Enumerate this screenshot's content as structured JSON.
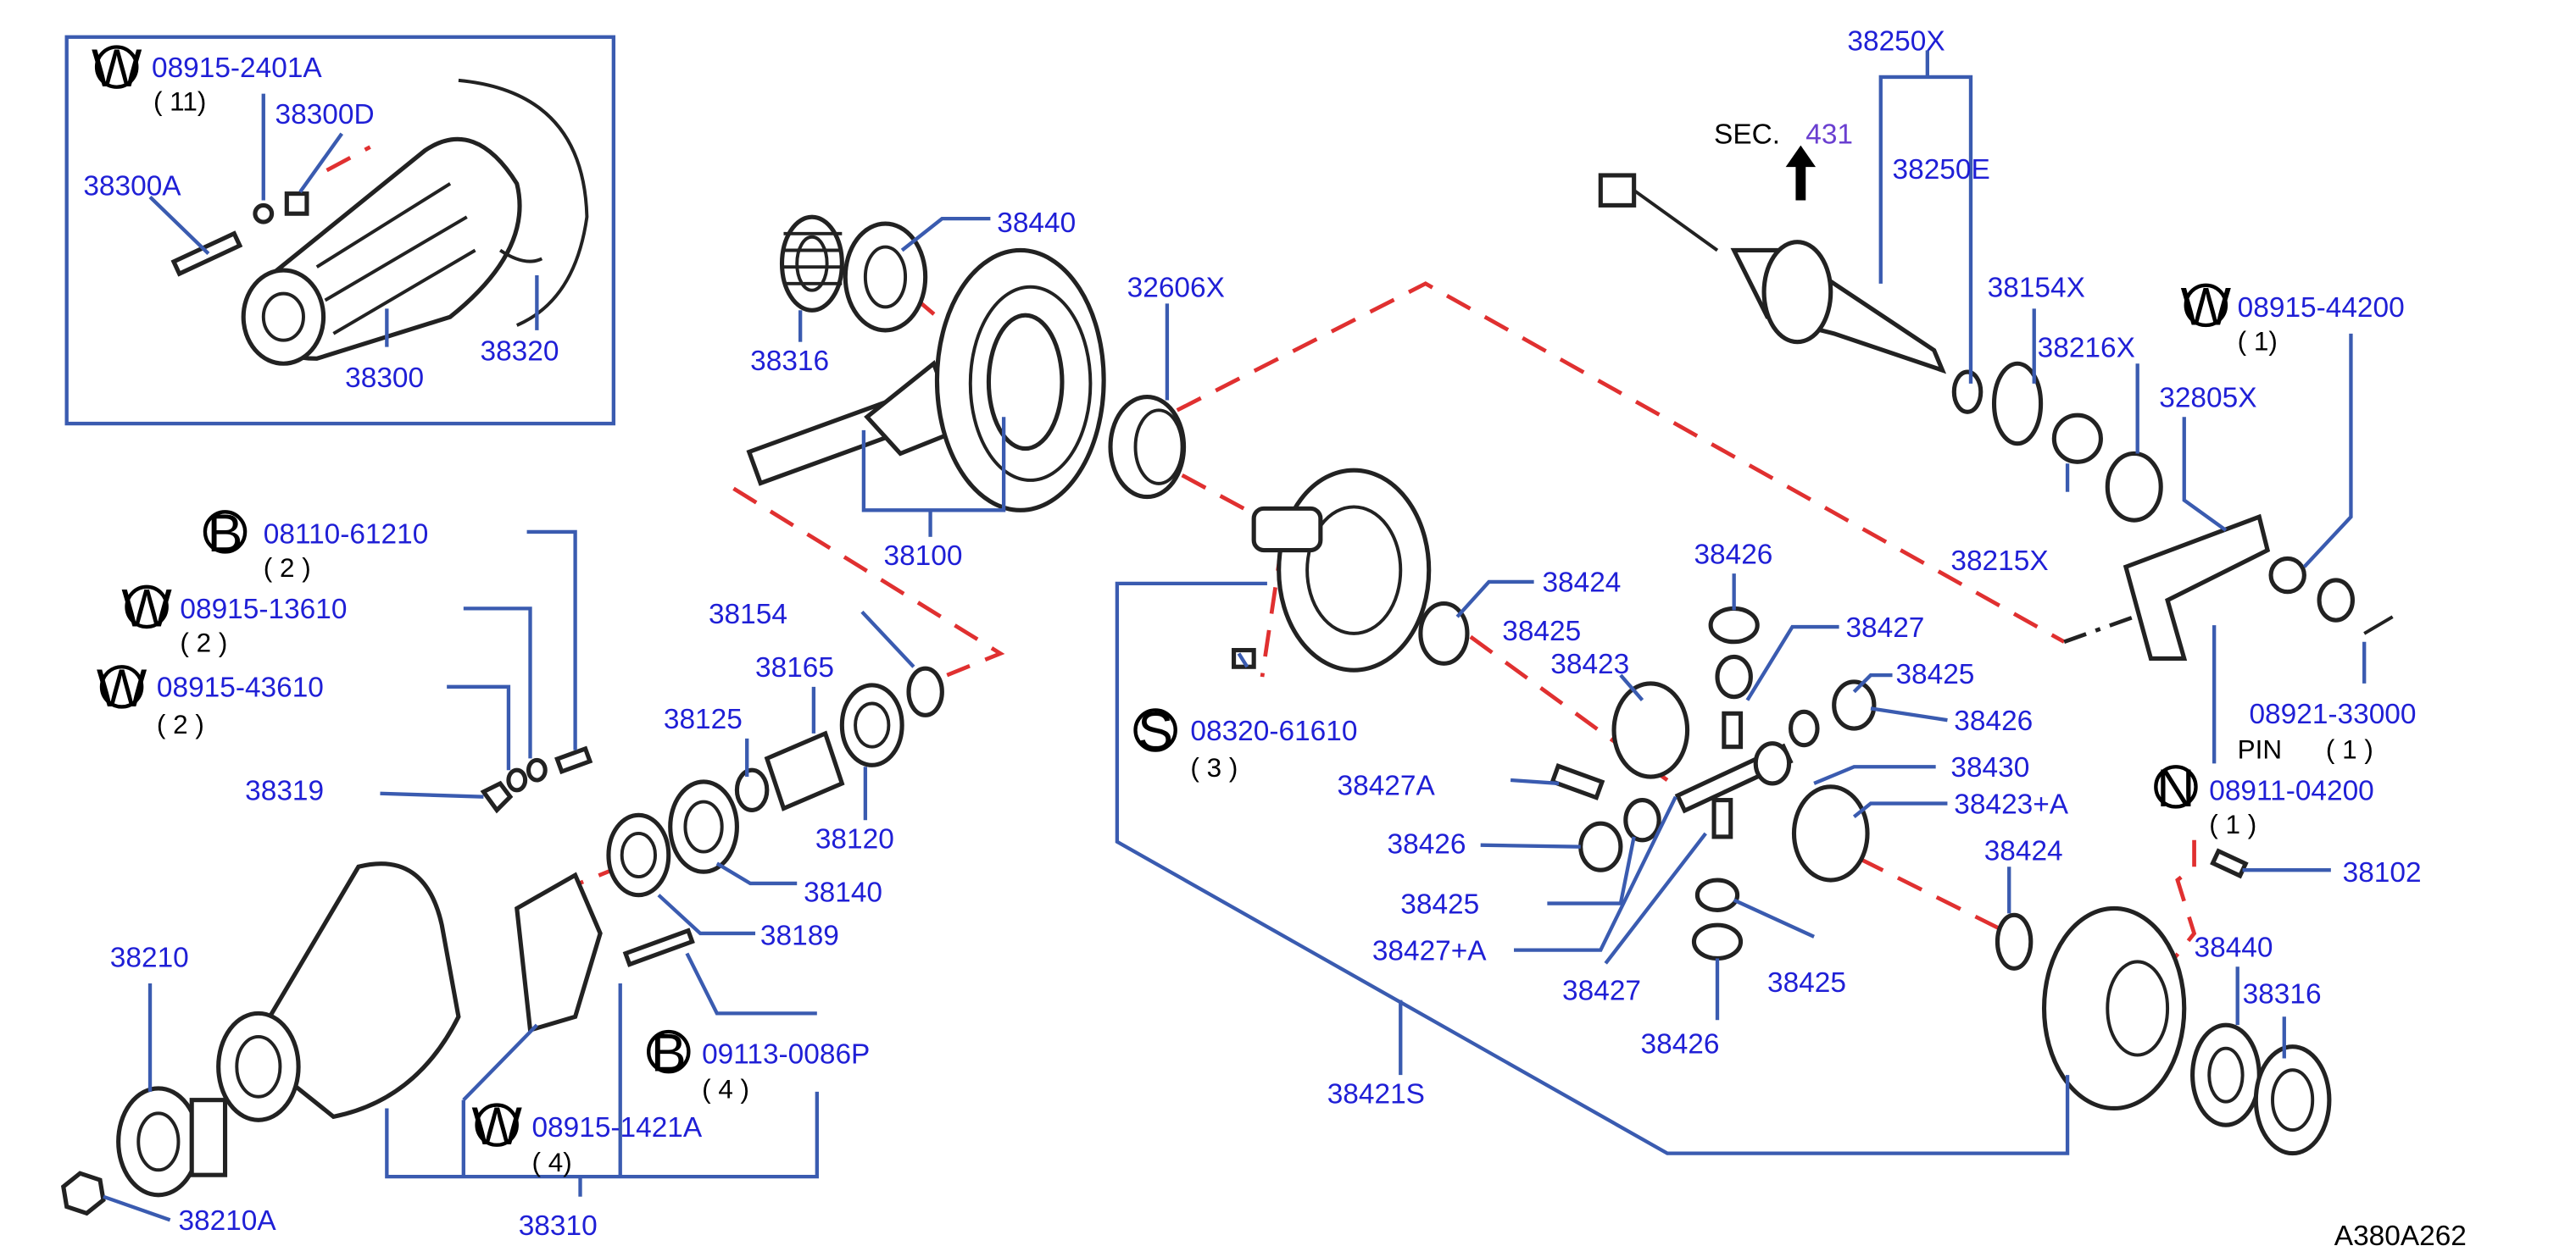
{
  "labels": {
    "p38250X": "38250X",
    "sec_prefix": "SEC.",
    "sec_num": "431",
    "p38250E": "38250E",
    "w0891524": "08915-2401A",
    "q11": "( 11)",
    "p38300D": "38300D",
    "p38300A": "38300A",
    "p38320": "38320",
    "p38300": "38300",
    "p38440a": "38440",
    "p38316a": "38316",
    "p32606X": "32606X",
    "p38154X": "38154X",
    "w08915_44200": "08915-44200",
    "q1_44200": "( 1)",
    "p38216X": "38216X",
    "p32805X": "32805X",
    "p38215X": "38215X",
    "p38100": "38100",
    "b08110": "08110-61210",
    "q2_b": "( 2 )",
    "w08915_13610": "08915-13610",
    "q2_w1": "( 2 )",
    "w08915_43610": "08915-43610",
    "q2_w2": "( 2 )",
    "p38319": "38319",
    "p38154": "38154",
    "p38165": "38165",
    "p38125": "38125",
    "p38120": "38120",
    "p38140": "38140",
    "p38189": "38189",
    "p38426a": "38426",
    "p38424a": "38424",
    "p38425a": "38425",
    "p38427a": "38427",
    "p38423": "38423",
    "p38425b": "38425",
    "p38426b": "38426",
    "s08320": "08320-61610",
    "q3": "( 3 )",
    "p38427A": "38427A",
    "p38430": "38430",
    "p38423A": "38423+A",
    "p38426c": "38426",
    "p38425c": "38425",
    "p38427plusA": "38427+A",
    "p38424b": "38424",
    "p38427b": "38427",
    "p38425d": "38425",
    "p38426d": "38426",
    "p38421S": "38421S",
    "w08921": "08921-33000",
    "pin": "PIN",
    "q1_pin": "( 1 )",
    "n08911": "08911-04200",
    "q1_n": "( 1 )",
    "p38102": "38102",
    "p38440b": "38440",
    "p38316b": "38316",
    "p38210": "38210",
    "b09113": "09113-0086P",
    "q4_b": "( 4   )",
    "w08915_1421A": "08915-1421A",
    "q4_w": "( 4)",
    "p38310": "38310",
    "p38210A": "38210A",
    "code": "A380A262"
  },
  "markers": {
    "m1": "W",
    "m2": "W",
    "m3": "B",
    "m4": "W",
    "m5": "W",
    "m6": "S",
    "m7": "N",
    "m8": "B",
    "m9": "W"
  },
  "colors": {
    "part_number": "#1f1fd6",
    "leader": "#3a5bb0",
    "dashed_line": "#e03030",
    "section_ref": "#6a3fd0"
  }
}
